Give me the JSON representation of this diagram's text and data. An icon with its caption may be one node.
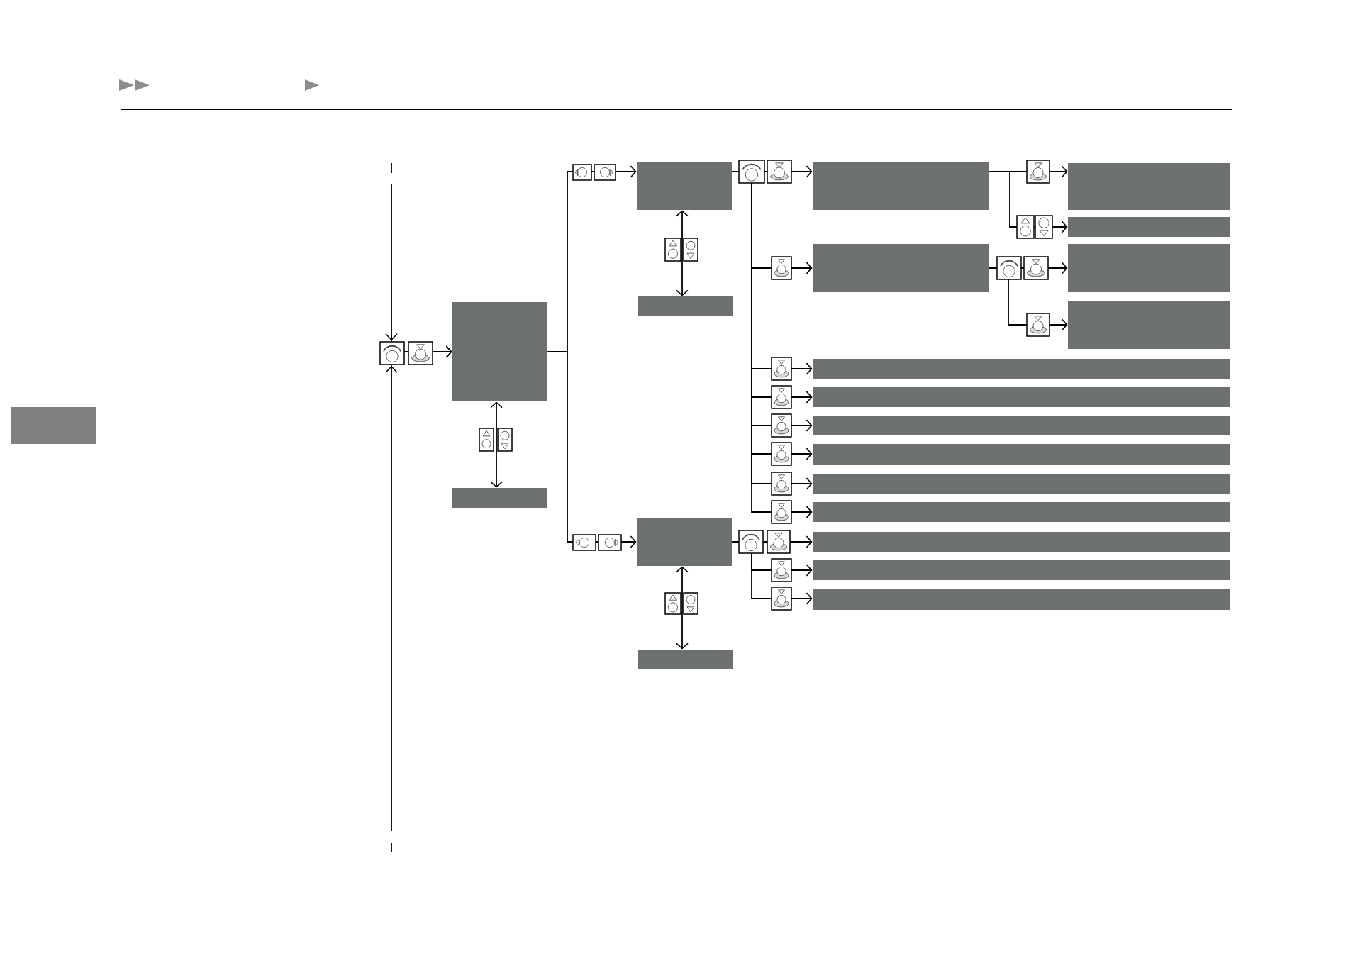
{
  "diagram": {
    "nodes": [
      {
        "text": [],
        "shape": "box"
      },
      {
        "text": [],
        "shape": "box"
      },
      {
        "text": [],
        "shape": "box"
      },
      {
        "text": [],
        "shape": "box"
      },
      {
        "text": [],
        "shape": "box"
      },
      {
        "text": [],
        "shape": "box"
      },
      {
        "text": [],
        "shape": "box"
      },
      {
        "text": [],
        "shape": "box"
      },
      {
        "text": [],
        "shape": "box"
      },
      {
        "text": [],
        "shape": "box"
      },
      {
        "text": [],
        "shape": "box"
      },
      {
        "text": [],
        "shape": "box"
      },
      {
        "text": [],
        "shape": "box"
      },
      {
        "text": [],
        "shape": "box"
      },
      {
        "text": [],
        "shape": "box"
      },
      {
        "text": [],
        "shape": "box"
      },
      {
        "text": [],
        "shape": "box"
      },
      {
        "text": [],
        "shape": "box"
      },
      {
        "text": [],
        "shape": "box"
      },
      {
        "text": [],
        "shape": "box"
      },
      {
        "text": [],
        "shape": "box"
      }
    ],
    "edges": [
      {
        "from": null,
        "to": 0,
        "arrow": "to"
      },
      {
        "from": null,
        "to": 0,
        "arrow": "to"
      },
      {
        "from": 0,
        "to": 2,
        "arrow": "to"
      },
      {
        "from": 0,
        "to": 4,
        "arrow": "to"
      },
      {
        "from": 0,
        "to": 1,
        "arrow": "both"
      },
      {
        "from": 2,
        "to": 3,
        "arrow": "both"
      },
      {
        "from": 4,
        "to": 5,
        "arrow": "both"
      },
      {
        "from": 2,
        "to": 6,
        "arrow": "to"
      },
      {
        "from": 2,
        "to": 9,
        "arrow": "to"
      },
      {
        "from": 2,
        "to": 12,
        "arrow": "to"
      },
      {
        "from": 2,
        "to": 13,
        "arrow": "to"
      },
      {
        "from": 2,
        "to": 14,
        "arrow": "to"
      },
      {
        "from": 2,
        "to": 15,
        "arrow": "to"
      },
      {
        "from": 2,
        "to": 16,
        "arrow": "to"
      },
      {
        "from": 2,
        "to": 17,
        "arrow": "to"
      },
      {
        "from": 6,
        "to": 7,
        "arrow": "to"
      },
      {
        "from": 6,
        "to": 8,
        "arrow": "to"
      },
      {
        "from": 9,
        "to": 10,
        "arrow": "to"
      },
      {
        "from": 9,
        "to": 11,
        "arrow": "to"
      },
      {
        "from": 4,
        "to": 18,
        "arrow": "to"
      },
      {
        "from": 4,
        "to": 19,
        "arrow": "to"
      },
      {
        "from": 4,
        "to": 20,
        "arrow": "to"
      }
    ]
  }
}
